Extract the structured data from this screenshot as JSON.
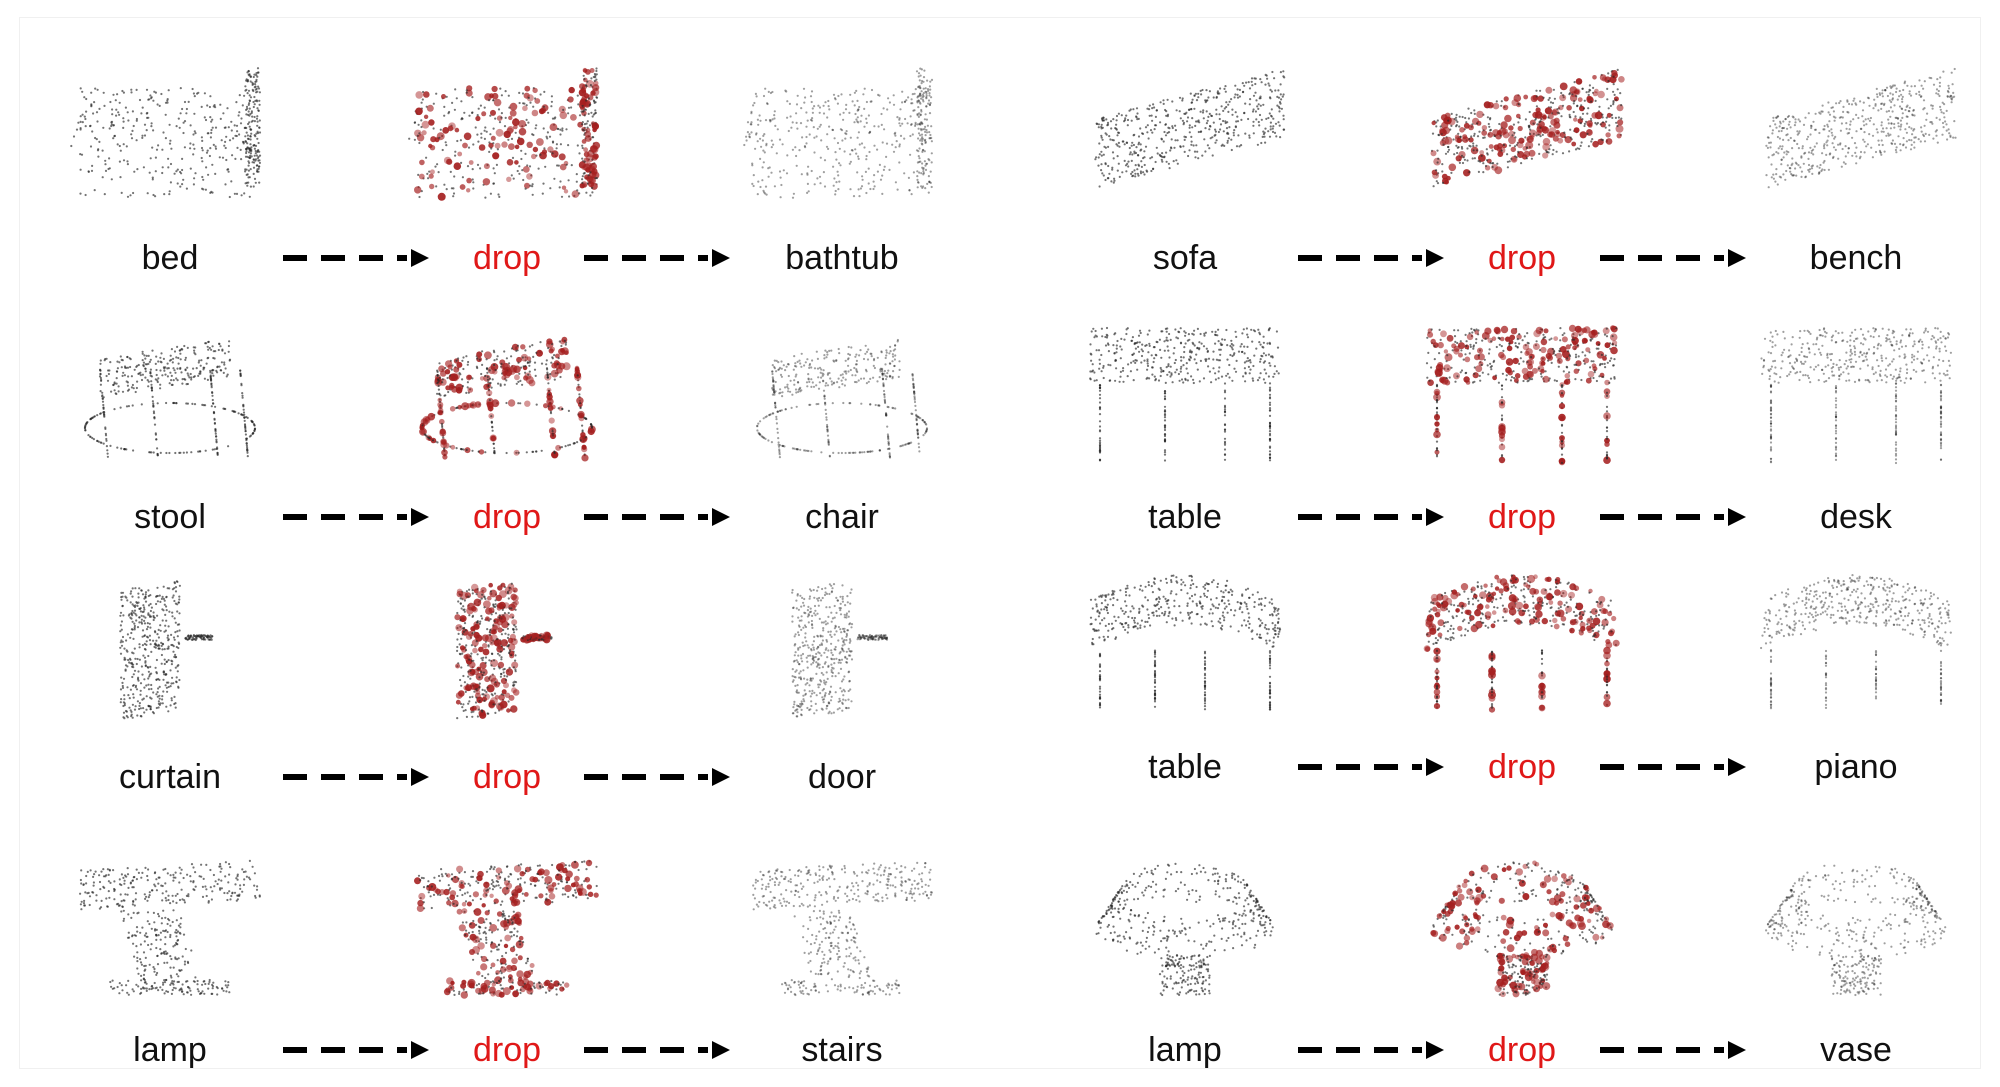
{
  "colors": {
    "drop": "#e01818",
    "points_dark": "#2a2a2a",
    "points_red": "#a52020",
    "text": "#111111"
  },
  "drop_label": "drop",
  "pairs": [
    {
      "source": "bed",
      "target": "bathtub",
      "shape": "box"
    },
    {
      "source": "stool",
      "target": "chair",
      "shape": "chair"
    },
    {
      "source": "curtain",
      "target": "door",
      "shape": "panel"
    },
    {
      "source": "lamp",
      "target": "stairs",
      "shape": "stairs"
    },
    {
      "source": "sofa",
      "target": "bench",
      "shape": "sofa"
    },
    {
      "source": "table",
      "target": "desk",
      "shape": "table"
    },
    {
      "source": "table",
      "target": "piano",
      "shape": "piano"
    },
    {
      "source": "lamp",
      "target": "vase",
      "shape": "vase"
    }
  ]
}
